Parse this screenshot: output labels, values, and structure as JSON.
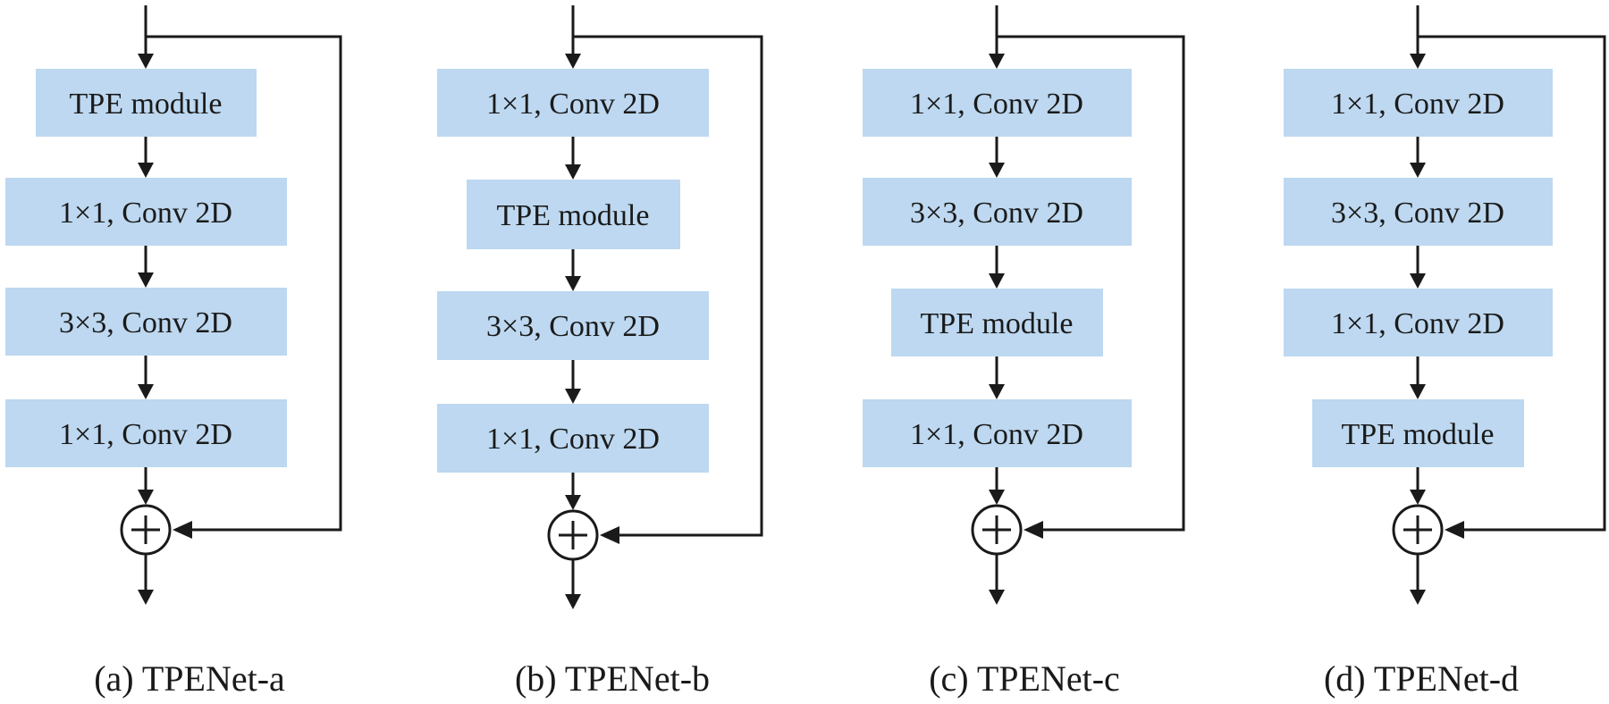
{
  "panels": [
    {
      "id": "a",
      "caption": "(a) TPENet-a",
      "blocks": [
        "TPE module",
        "1×1, Conv 2D",
        "3×3, Conv 2D",
        "1×1, Conv 2D"
      ]
    },
    {
      "id": "b",
      "caption": "(b) TPENet-b",
      "blocks": [
        "1×1, Conv 2D",
        "TPE module",
        "3×3, Conv 2D",
        "1×1, Conv 2D"
      ]
    },
    {
      "id": "c",
      "caption": "(c) TPENet-c",
      "blocks": [
        "1×1, Conv 2D",
        "3×3, Conv 2D",
        "TPE module",
        "1×1, Conv 2D"
      ]
    },
    {
      "id": "d",
      "caption": "(d) TPENet-d",
      "blocks": [
        "1×1, Conv 2D",
        "3×3, Conv 2D",
        "1×1, Conv 2D",
        "TPE module"
      ]
    }
  ],
  "colors": {
    "block_fill": "#bdd8f0",
    "line": "#1a1a1a"
  }
}
